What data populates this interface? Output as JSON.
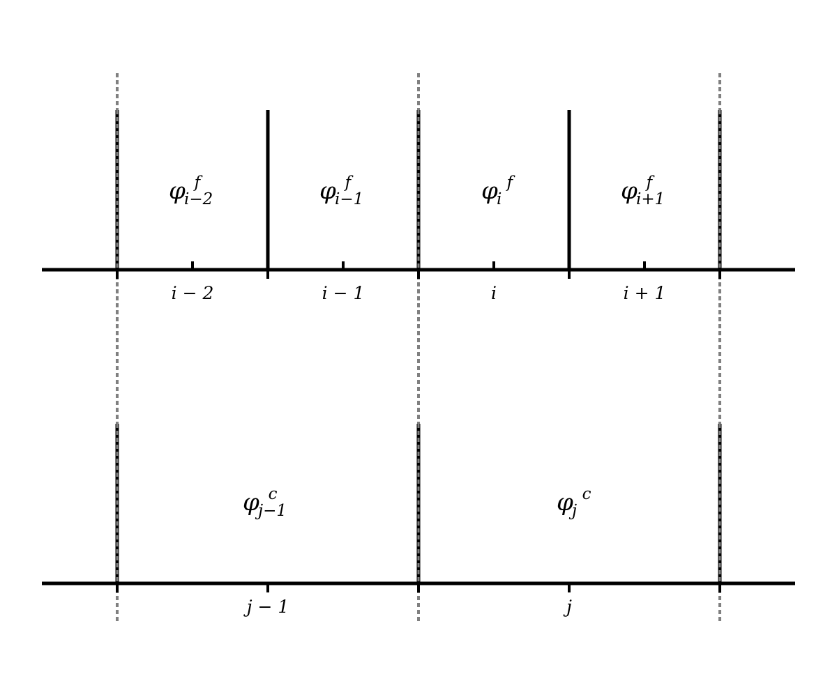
{
  "colors": {
    "line": "#000000",
    "guide": "#808080",
    "background": "#ffffff"
  },
  "fine_grid": {
    "cells": [
      {
        "symbol": "φ",
        "sup": "f",
        "sub": "i−2",
        "index_label": "i − 2"
      },
      {
        "symbol": "φ",
        "sup": "f",
        "sub": "i−1",
        "index_label": "i − 1"
      },
      {
        "symbol": "φ",
        "sup": "f",
        "sub": "i",
        "index_label": "i"
      },
      {
        "symbol": "φ",
        "sup": "f",
        "sub": "i+1",
        "index_label": "i + 1"
      }
    ]
  },
  "coarse_grid": {
    "cells": [
      {
        "symbol": "φ",
        "sup": "c",
        "sub": "j−1",
        "index_label": "j − 1"
      },
      {
        "symbol": "φ",
        "sup": "c",
        "sub": "j",
        "index_label": "j"
      }
    ]
  }
}
